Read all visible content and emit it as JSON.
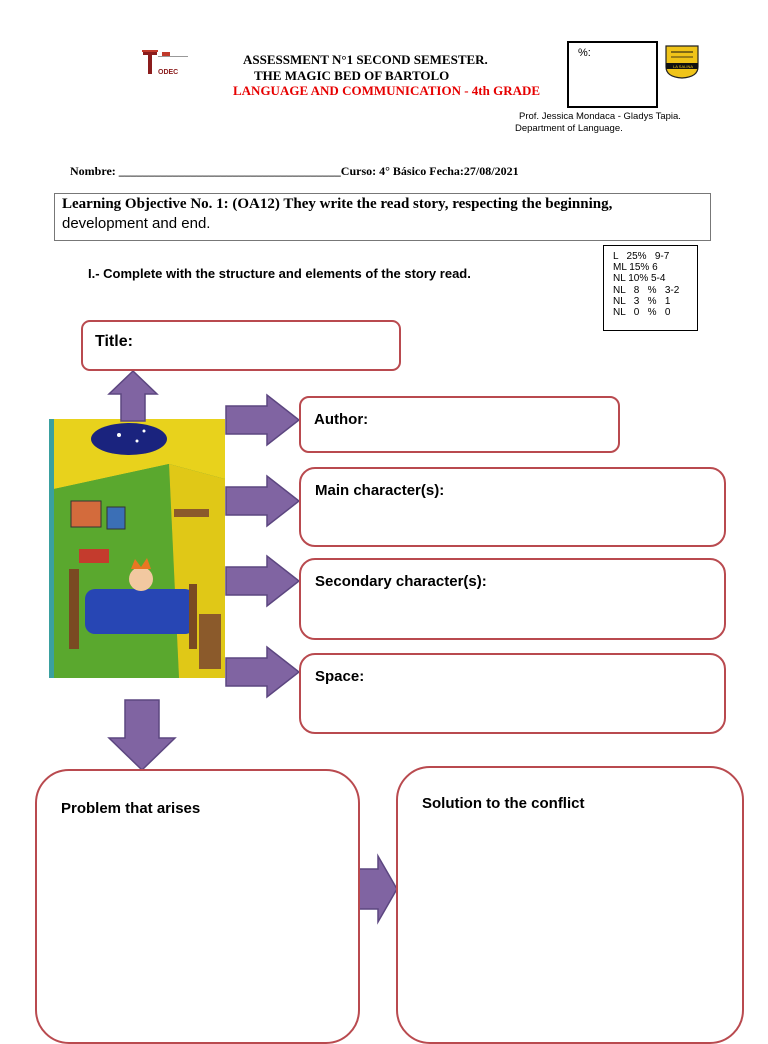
{
  "header": {
    "logo_text": "ODEC",
    "title_line1": "ASSESSMENT N°1 SECOND SEMESTER.",
    "title_line2": "THE MAGIC BED OF BARTOLO",
    "subject": "LANGUAGE AND COMMUNICATION - 4th GRADE",
    "score_label": "%:",
    "teachers": "Prof. Jessica Mondaca - Gladys Tapia.",
    "department": "Department of Language.",
    "school_badge_text": "LA SALINA"
  },
  "student_line": {
    "name_label": "Nombre: ",
    "name_blank": "_____________________________________",
    "course": "Curso: 4° Básico Fecha:27/08/2021"
  },
  "objective": {
    "bold": "Learning Objective No. 1: (OA12) They write the read story, respecting the beginning,",
    "regular": "development and end."
  },
  "instruction": "I.- Complete with the structure and elements of the story read.",
  "grading_scale": [
    "L   25%   9-7",
    "ML 15% 6",
    "NL 10% 5-4",
    "NL   8   %   3-2",
    "NL   3   %   1",
    "NL   0   %   0"
  ],
  "boxes": {
    "title": "Title:",
    "author": "Author:",
    "main_characters": "Main character(s):",
    "secondary_characters": "Secondary character(s):",
    "space": "Space:",
    "problem": "Problem that arises",
    "solution": "Solution to the conflict"
  },
  "colors": {
    "arrow_fill": "#8064a2",
    "arrow_stroke": "#5c4680",
    "box_border": "#b94a4f",
    "subject_red": "#e60000"
  }
}
